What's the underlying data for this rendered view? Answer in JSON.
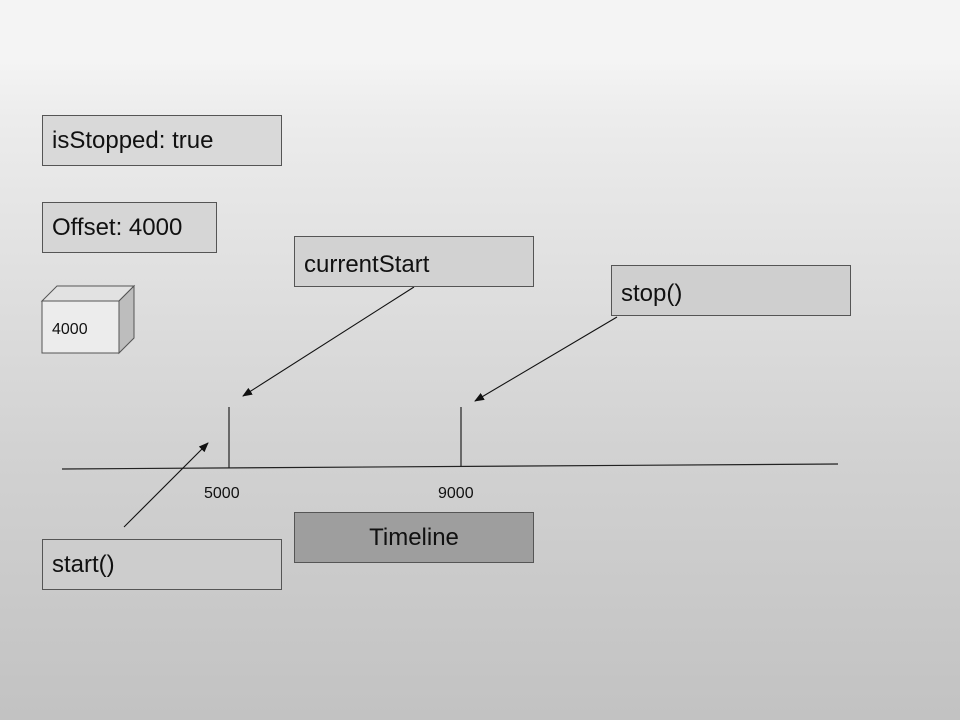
{
  "status": {
    "label": "isStopped: true"
  },
  "offset": {
    "label": "Offset: 4000"
  },
  "cube": {
    "value": "4000"
  },
  "callouts": {
    "current_start": "currentStart",
    "stop": "stop()",
    "start": "start()"
  },
  "timeline": {
    "label": "Timeline",
    "ticks": [
      {
        "value": "5000"
      },
      {
        "value": "9000"
      }
    ]
  }
}
